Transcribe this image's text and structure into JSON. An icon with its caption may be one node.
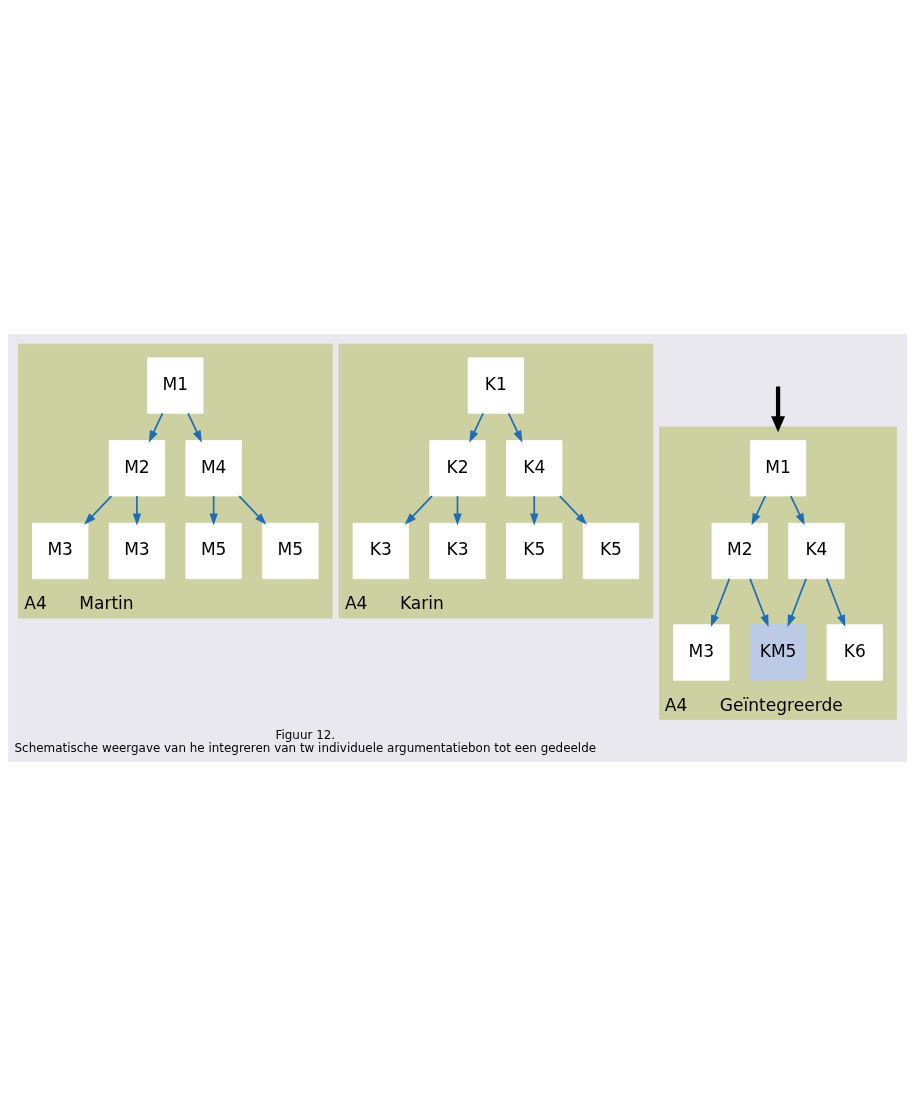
{
  "diagram": {
    "title": "Figuur 12.",
    "caption": "Schematische weergave van he integreren van tw individuele argumentatiebon tot een gedeelde",
    "nodes": [
      {
        "text": [
          "A4",
          "Martin"
        ]
      },
      {
        "text": [
          "M1"
        ],
        "in": 0
      },
      {
        "text": [
          "M2"
        ],
        "in": 0
      },
      {
        "text": [
          "M4"
        ],
        "in": 0
      },
      {
        "text": [
          "M3"
        ],
        "in": 0
      },
      {
        "text": [
          "M3"
        ],
        "in": 0
      },
      {
        "text": [
          "M5"
        ],
        "in": 0
      },
      {
        "text": [
          "M5"
        ],
        "in": 0
      },
      {
        "text": [
          "A4",
          "Karin"
        ]
      },
      {
        "text": [
          "K1"
        ],
        "in": 8
      },
      {
        "text": [
          "K2"
        ],
        "in": 8
      },
      {
        "text": [
          "K4"
        ],
        "in": 8
      },
      {
        "text": [
          "K3"
        ],
        "in": 8
      },
      {
        "text": [
          "K3"
        ],
        "in": 8
      },
      {
        "text": [
          "K5"
        ],
        "in": 8
      },
      {
        "text": [
          "K5"
        ],
        "in": 8
      },
      {
        "text": [
          "A4",
          "Geïntegreerde"
        ]
      },
      {
        "text": [
          "M1"
        ],
        "in": 16
      },
      {
        "text": [
          "M2"
        ],
        "in": 16
      },
      {
        "text": [
          "K4"
        ],
        "in": 16
      },
      {
        "text": [
          "M3"
        ],
        "in": 16
      },
      {
        "text": [
          "KM5"
        ],
        "in": 16
      },
      {
        "text": [
          "K6"
        ],
        "in": 16
      }
    ],
    "edges": [
      {
        "from": 1,
        "to": 2,
        "arrow": "to"
      },
      {
        "from": 1,
        "to": 3,
        "arrow": "to"
      },
      {
        "from": 2,
        "to": 4,
        "arrow": "to"
      },
      {
        "from": 2,
        "to": 5,
        "arrow": "to"
      },
      {
        "from": 3,
        "to": 6,
        "arrow": "to"
      },
      {
        "from": 3,
        "to": 7,
        "arrow": "to"
      },
      {
        "from": 9,
        "to": 10,
        "arrow": "to"
      },
      {
        "from": 9,
        "to": 11,
        "arrow": "to"
      },
      {
        "from": 10,
        "to": 12,
        "arrow": "to"
      },
      {
        "from": 10,
        "to": 13,
        "arrow": "to"
      },
      {
        "from": 11,
        "to": 14,
        "arrow": "to"
      },
      {
        "from": 11,
        "to": 15,
        "arrow": "to"
      },
      {
        "from": 17,
        "to": 18,
        "arrow": "to"
      },
      {
        "from": 17,
        "to": 19,
        "arrow": "to"
      },
      {
        "from": 18,
        "to": 20,
        "arrow": "to"
      },
      {
        "from": 18,
        "to": 21,
        "arrow": "to"
      },
      {
        "from": 19,
        "to": 21,
        "arrow": "to"
      },
      {
        "from": 19,
        "to": 22,
        "arrow": "to"
      },
      {
        "from": null,
        "to": 16,
        "arrow": "to",
        "style": "thick",
        "color": "#000000"
      }
    ]
  }
}
